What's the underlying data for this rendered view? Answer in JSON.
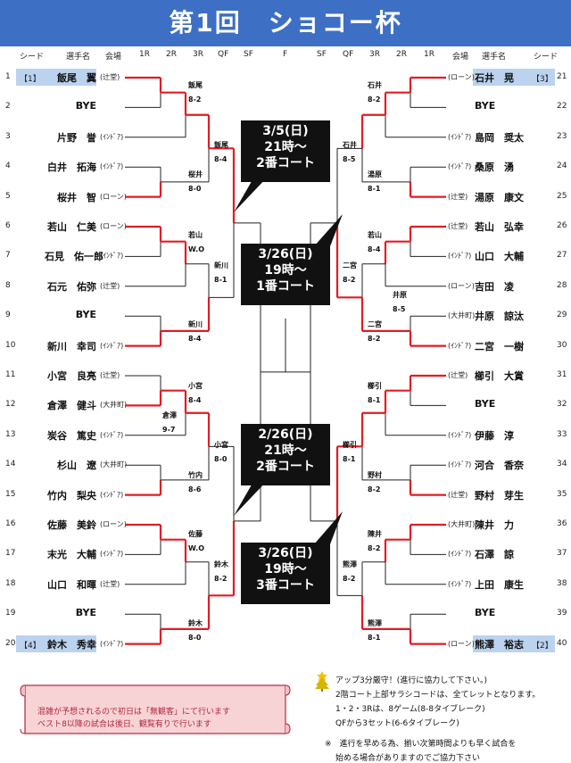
{
  "title": "第1回　ショコー杯",
  "headers": {
    "left": {
      "seed": "シード",
      "player": "選手名",
      "venue": "会場",
      "r1": "1R",
      "r2": "2R",
      "r3": "3R",
      "qf": "QF",
      "sf": "SF"
    },
    "final": "F",
    "right": {
      "sf": "SF",
      "qf": "QF",
      "r3": "3R",
      "r2": "2R",
      "r1": "1R",
      "venue": "会場",
      "player": "選手名",
      "seed": "シード"
    }
  },
  "left_players": [
    {
      "seed": "1",
      "mark": "【1】",
      "name": "飯尾　翼",
      "venue": "(辻堂)"
    },
    {
      "seed": "2",
      "mark": "",
      "name": "BYE",
      "venue": ""
    },
    {
      "seed": "3",
      "mark": "",
      "name": "片野　誉",
      "venue": "(ｲﾝﾄﾞｱ)"
    },
    {
      "seed": "4",
      "mark": "",
      "name": "白井　拓海",
      "venue": "(ｲﾝﾄﾞｱ)"
    },
    {
      "seed": "5",
      "mark": "",
      "name": "桜井　智",
      "venue": "(ローン)"
    },
    {
      "seed": "6",
      "mark": "",
      "name": "若山　仁美",
      "venue": "(ローン)"
    },
    {
      "seed": "7",
      "mark": "",
      "name": "石見　佑一郎",
      "venue": "(ｲﾝﾄﾞｱ)"
    },
    {
      "seed": "8",
      "mark": "",
      "name": "石元　佑弥",
      "venue": "(辻堂)"
    },
    {
      "seed": "9",
      "mark": "",
      "name": "BYE",
      "venue": ""
    },
    {
      "seed": "10",
      "mark": "",
      "name": "新川　幸司",
      "venue": "(ｲﾝﾄﾞｱ)"
    },
    {
      "seed": "11",
      "mark": "",
      "name": "小宮　良亮",
      "venue": "(辻堂)"
    },
    {
      "seed": "12",
      "mark": "",
      "name": "倉澤　健斗",
      "venue": "(大井町)"
    },
    {
      "seed": "13",
      "mark": "",
      "name": "炭谷　篤史",
      "venue": "(ｲﾝﾄﾞｱ)"
    },
    {
      "seed": "14",
      "mark": "",
      "name": "杉山　遼",
      "venue": "(大井町)"
    },
    {
      "seed": "15",
      "mark": "",
      "name": "竹内　梨央",
      "venue": "(ｲﾝﾄﾞｱ)"
    },
    {
      "seed": "16",
      "mark": "",
      "name": "佐藤　美鈴",
      "venue": "(ローン)"
    },
    {
      "seed": "17",
      "mark": "",
      "name": "末光　大輔",
      "venue": "(ｲﾝﾄﾞｱ)"
    },
    {
      "seed": "18",
      "mark": "",
      "name": "山口　和暉",
      "venue": "(辻堂)"
    },
    {
      "seed": "19",
      "mark": "",
      "name": "BYE",
      "venue": ""
    },
    {
      "seed": "20",
      "mark": "【4】",
      "name": "鈴木　秀幸",
      "venue": "(ｲﾝﾄﾞｱ)"
    }
  ],
  "right_players": [
    {
      "seed": "21",
      "mark": "【3】",
      "name": "石井　晃",
      "venue": "(ローン)"
    },
    {
      "seed": "22",
      "mark": "",
      "name": "BYE",
      "venue": ""
    },
    {
      "seed": "23",
      "mark": "",
      "name": "島岡　奨太",
      "venue": "(ｲﾝﾄﾞｱ)"
    },
    {
      "seed": "24",
      "mark": "",
      "name": "桑原　湧",
      "venue": "(ｲﾝﾄﾞｱ)"
    },
    {
      "seed": "25",
      "mark": "",
      "name": "湯原　康文",
      "venue": "(辻堂)"
    },
    {
      "seed": "26",
      "mark": "",
      "name": "若山　弘幸",
      "venue": "(辻堂)"
    },
    {
      "seed": "27",
      "mark": "",
      "name": "山口　大輔",
      "venue": "(ｲﾝﾄﾞｱ)"
    },
    {
      "seed": "28",
      "mark": "",
      "name": "吉田　凌",
      "venue": "(ローン)"
    },
    {
      "seed": "29",
      "mark": "",
      "name": "井原　諒汰",
      "venue": "(大井町)"
    },
    {
      "seed": "30",
      "mark": "",
      "name": "二宮　一樹",
      "venue": "(ｲﾝﾄﾞｱ)"
    },
    {
      "seed": "31",
      "mark": "",
      "name": "櫛引　大賞",
      "venue": "(辻堂)"
    },
    {
      "seed": "32",
      "mark": "",
      "name": "BYE",
      "venue": ""
    },
    {
      "seed": "33",
      "mark": "",
      "name": "伊藤　淳",
      "venue": "(ｲﾝﾄﾞｱ)"
    },
    {
      "seed": "34",
      "mark": "",
      "name": "河合　香奈",
      "venue": "(ｲﾝﾄﾞｱ)"
    },
    {
      "seed": "35",
      "mark": "",
      "name": "野村　芽生",
      "venue": "(辻堂)"
    },
    {
      "seed": "36",
      "mark": "",
      "name": "陳井　力",
      "venue": "(大井町)"
    },
    {
      "seed": "37",
      "mark": "",
      "name": "石澤　諒",
      "venue": "(ｲﾝﾄﾞｱ)"
    },
    {
      "seed": "38",
      "mark": "",
      "name": "上田　康生",
      "venue": "(ｲﾝﾄﾞｱ)"
    },
    {
      "seed": "39",
      "mark": "",
      "name": "BYE",
      "venue": ""
    },
    {
      "seed": "40",
      "mark": "【2】",
      "name": "熊澤　裕志",
      "venue": "(ローン)"
    }
  ],
  "results": {
    "left": {
      "r2_a": {
        "winner": "倉澤",
        "score": "9-7"
      },
      "r3_1": {
        "winner": "飯尾",
        "score": "8-2"
      },
      "r3_2": {
        "winner": "桜井",
        "score": "8-0"
      },
      "r3_3": {
        "winner": "若山",
        "score": "W.O"
      },
      "r3_4": {
        "winner": "新川",
        "score": "8-4"
      },
      "r3_5": {
        "winner": "小宮",
        "score": "8-4"
      },
      "r3_6": {
        "winner": "竹内",
        "score": "8-6"
      },
      "r3_7": {
        "winner": "佐藤",
        "score": "W.O"
      },
      "r3_8": {
        "winner": "鈴木",
        "score": "8-0"
      },
      "qf_1": {
        "winner": "飯尾",
        "score": "8-4"
      },
      "qf_2": {
        "winner": "新川",
        "score": "8-1"
      },
      "qf_3": {
        "winner": "小宮",
        "score": "8-0"
      },
      "qf_4": {
        "winner": "鈴木",
        "score": "8-2"
      }
    },
    "right": {
      "r2_a": {
        "winner": "井原",
        "score": "8-5"
      },
      "r3_1": {
        "winner": "石井",
        "score": "8-2"
      },
      "r3_2": {
        "winner": "湯原",
        "score": "8-1"
      },
      "r3_3": {
        "winner": "若山",
        "score": "8-4"
      },
      "r3_4": {
        "winner": "二宮",
        "score": "8-2"
      },
      "r3_5": {
        "winner": "櫛引",
        "score": "8-1"
      },
      "r3_6": {
        "winner": "野村",
        "score": "8-2"
      },
      "r3_7": {
        "winner": "陳井",
        "score": "8-2"
      },
      "r3_8": {
        "winner": "熊澤",
        "score": "8-1"
      },
      "qf_1": {
        "winner": "石井",
        "score": "8-5"
      },
      "qf_2": {
        "winner": "二宮",
        "score": "8-2"
      },
      "qf_3": {
        "winner": "櫛引",
        "score": "8-1"
      },
      "qf_4": {
        "winner": "熊澤",
        "score": "8-2"
      }
    }
  },
  "schedules": [
    {
      "date": "3/5(日)",
      "time": "21時～",
      "court": "2番コート"
    },
    {
      "date": "3/26(日)",
      "time": "19時～",
      "court": "1番コート"
    },
    {
      "date": "2/26(日)",
      "time": "21時～",
      "court": "2番コート"
    },
    {
      "date": "3/26(日)",
      "time": "19時～",
      "court": "3番コート"
    }
  ],
  "notice": {
    "line1": "混雑が予想されるので初日は「無観客」にて行います",
    "line2": "ベスト8以降の試合は後日、観覧有りで行います"
  },
  "rules": {
    "line1": "アップ3分厳守！(進行に協力して下さい。)",
    "line2": "2階コート上部サラシコードは、全てレットとなります。",
    "line3": "1・2・3Rは、8ゲーム(8-8タイブレーク)",
    "line4": "QFから3セット(6-6タイブレーク)",
    "line5": "※　進行を早める為、揃い次第時間よりも早く試合を",
    "line6": "始める場合がありますのでご協力下さい"
  },
  "colors": {
    "title_bg": "#3d6fc4",
    "highlight": "#bcd3ef",
    "win_line": "#e31b23",
    "notice_bg": "#f7d3d6",
    "notice_text": "#b2263d"
  }
}
